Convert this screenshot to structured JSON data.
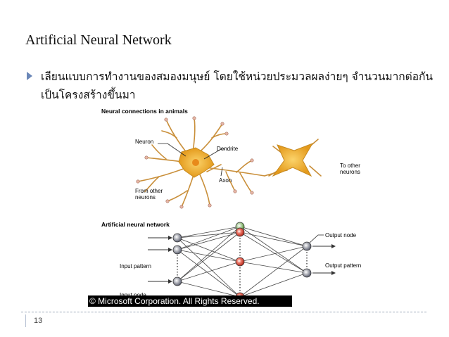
{
  "slide": {
    "title": "Artificial Neural Network",
    "bullet_text": "เลียนแบบการทำงานของสมองมนุษย์ โดยใช้หน่วยประมวลผลง่ายๆ จำนวนมากต่อกันเป็นโครงสร้างขึ้นมา",
    "page_number": "13"
  },
  "figure": {
    "top_title": "Neural connections in animals",
    "neuron_label": "Neuron",
    "dendrite_label": "Dendrite",
    "axon_label": "Axon",
    "to_other_line1": "To other",
    "to_other_line2": "neurons",
    "from_other_line1": "From other",
    "from_other_line2": "neurons",
    "bottom_title": "Artificial neural network",
    "output_node_label": "Output node",
    "input_pattern_label": "Input pattern",
    "output_pattern_label": "Output pattern",
    "input_node_label": "Input node",
    "copyright": "© Microsoft Corporation. All Rights Reserved."
  },
  "colors": {
    "bullet": "#6b87b8",
    "neuron_body": "#f2b02e",
    "hidden_node": "#d64a3a",
    "io_node": "#6f7384"
  }
}
